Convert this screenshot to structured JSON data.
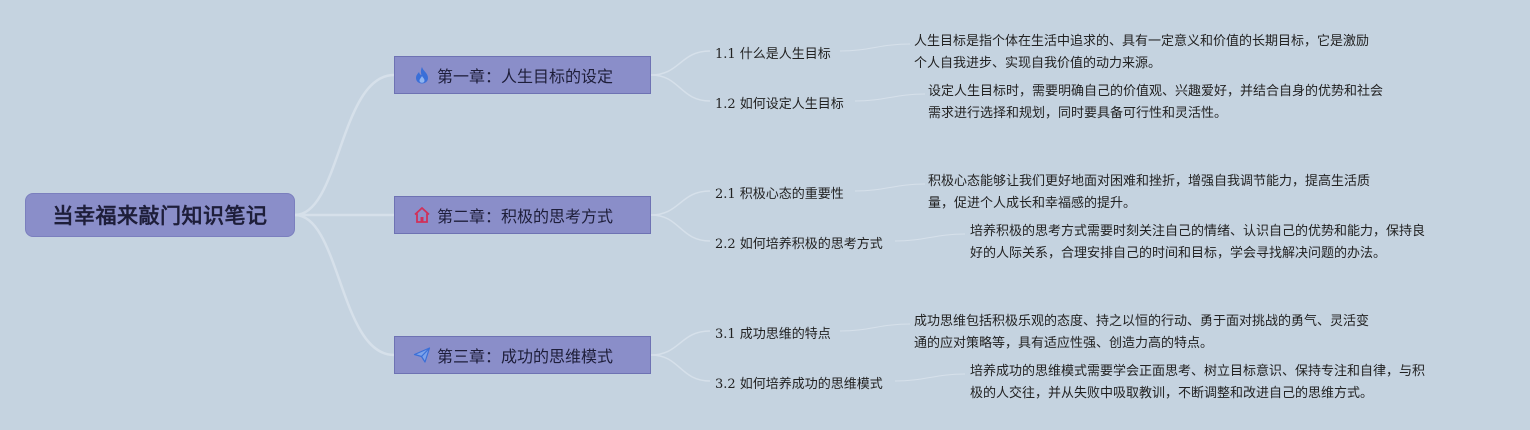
{
  "root": {
    "title": "当幸福来敲门知识笔记"
  },
  "chapters": [
    {
      "title": "第一章：人生目标的设定",
      "icon": "flame-icon",
      "icon_color": "#3a6fd8",
      "sections": [
        {
          "title": "1.1 什么是人生目标",
          "desc": "人生目标是指个体在生活中追求的、具有一定意义和价值的长期目标，它是激励\n个人自我进步、实现自我价值的动力来源。"
        },
        {
          "title": "1.2 如何设定人生目标",
          "desc": "设定人生目标时，需要明确自己的价值观、兴趣爱好，并结合自身的优势和社会\n需求进行选择和规划，同时要具备可行性和灵活性。"
        }
      ]
    },
    {
      "title": "第二章：积极的思考方式",
      "icon": "house-icon",
      "icon_color": "#d0305a",
      "sections": [
        {
          "title": "2.1 积极心态的重要性",
          "desc": "积极心态能够让我们更好地面对困难和挫折，增强自我调节能力，提高生活质\n量，促进个人成长和幸福感的提升。"
        },
        {
          "title": "2.2 如何培养积极的思考方式",
          "desc": "培养积极的思考方式需要时刻关注自己的情绪、认识自己的优势和能力，保持良\n好的人际关系，合理安排自己的时间和目标，学会寻找解决问题的办法。"
        }
      ]
    },
    {
      "title": "第三章：成功的思维模式",
      "icon": "paper-plane-icon",
      "icon_color": "#3a6fd8",
      "sections": [
        {
          "title": "3.1 成功思维的特点",
          "desc": "成功思维包括积极乐观的态度、持之以恒的行动、勇于面对挑战的勇气、灵活变\n通的应对策略等，具有适应性强、创造力高的特点。"
        },
        {
          "title": "3.2 如何培养成功的思维模式",
          "desc": "培养成功的思维模式需要学会正面思考、树立目标意识、保持专注和自律，与积\n极的人交往，并从失败中吸取教训，不断调整和改进自己的思维方式。"
        }
      ]
    }
  ]
}
